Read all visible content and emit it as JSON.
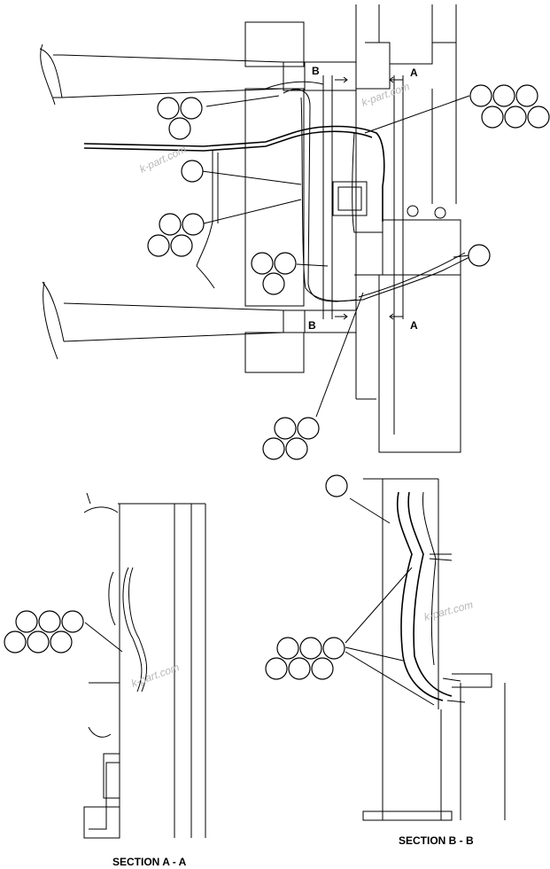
{
  "view_labels": {
    "section_a_left": "A",
    "section_a_right": "A",
    "section_b_left": "B",
    "section_b_right": "B"
  },
  "section_titles": {
    "section_aa": "SECTION A - A",
    "section_bb": "SECTION B - B"
  },
  "watermark": "k-part.com"
}
